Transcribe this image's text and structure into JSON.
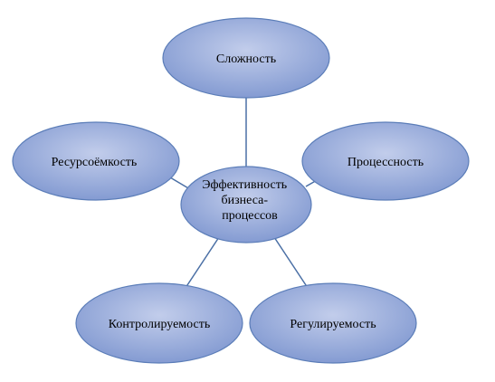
{
  "colors": {
    "fill_light": "#c2cdeb",
    "fill_dark": "#7f97d0",
    "stroke": "#5b7db8",
    "connector": "#4a6fa5"
  },
  "center": {
    "lines": [
      "Эффективность",
      "бизнеса-",
      "процессов"
    ]
  },
  "nodes": {
    "top": "Сложность",
    "left": "Ресурсоёмкость",
    "right": "Процессность",
    "bottom_left": "Контролируемость",
    "bottom_right": "Регулируемость"
  }
}
